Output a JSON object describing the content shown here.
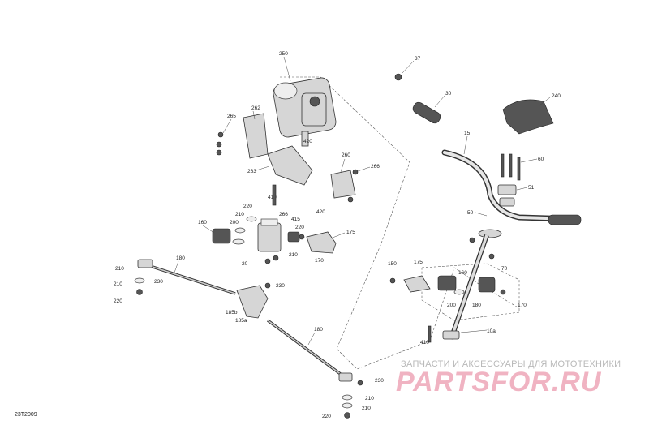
{
  "diagram_code": "23T2009",
  "watermark": {
    "caption": "ЗАПЧАСТИ И АКСЕССУАРЫ ДЛЯ МОТОТЕХНИКИ",
    "logo": "PARTSFOR.RU"
  },
  "callouts": {
    "c250": "250",
    "c262": "262",
    "c265": "265",
    "c420a": "420",
    "c263": "263",
    "c260": "260",
    "c266a": "266",
    "c410a": "410",
    "c420b": "420",
    "c266b": "266",
    "c220a": "220",
    "c210a": "210",
    "c200a": "200",
    "c160a": "160",
    "c415": "415",
    "c220b": "220",
    "c175a": "175",
    "c210b": "210",
    "c170a": "170",
    "c20": "20",
    "c180a": "180",
    "c210c": "210",
    "c230a": "230",
    "c210d": "210",
    "c220c": "220",
    "c230b": "230",
    "c185b": "185b",
    "c185a": "185a",
    "c180b": "180",
    "c230c": "230",
    "c210e": "210",
    "c210f": "210",
    "c220d": "220",
    "c37": "37",
    "c30": "30",
    "c240": "240",
    "c15": "15",
    "c60": "60",
    "c51": "51",
    "c50": "50",
    "c70": "70",
    "c150": "150",
    "c175b": "175",
    "c160b": "160",
    "c200b": "200",
    "c180c": "180",
    "c170b": "170",
    "c410b": "410",
    "c10a": "10a"
  }
}
